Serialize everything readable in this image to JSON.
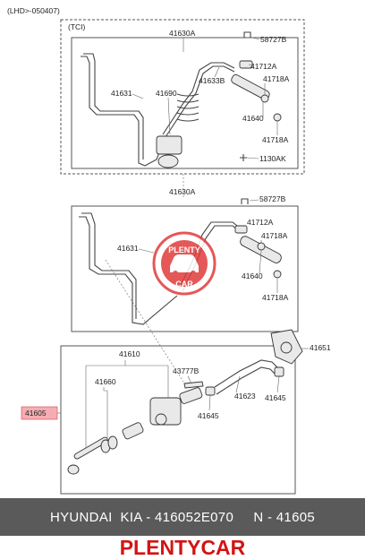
{
  "diagram": {
    "header_note": "(LHD>-050407)",
    "tci_label": "(TCI)",
    "top_box": [
      "41630A",
      "58727B",
      "41712A",
      "41718A",
      "41633B",
      "41631",
      "41690",
      "41640",
      "41718A",
      "1130AK"
    ],
    "middle_box": [
      "41630A",
      "58727B",
      "41712A",
      "41718A",
      "41631",
      "41640",
      "41718A"
    ],
    "lower_box": [
      "41651",
      "41610",
      "43777B",
      "41660",
      "41623",
      "41645",
      "41645",
      "41605"
    ]
  },
  "watermark": {
    "top_word": "PLENTY",
    "bottom_word": "CAR"
  },
  "banner": {
    "text": "HYUNDAI  KIA - 416052E070     N - 41605"
  },
  "brand": {
    "text": "PLENTYCAR"
  },
  "colors": {
    "banner_bg": "#5a5a5a",
    "brand_red": "#d21414",
    "highlight_fill": "#f4aeb3",
    "watermark_red": "#e03c3c"
  }
}
